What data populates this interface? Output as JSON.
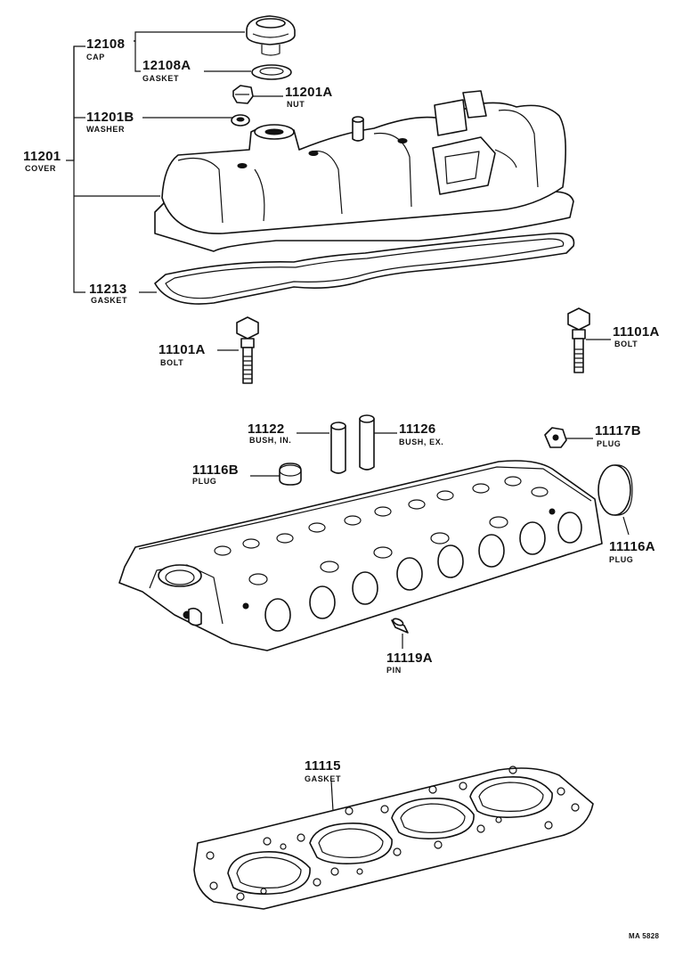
{
  "diagram": {
    "footer_code": "MA 5828",
    "parts": [
      {
        "id": "cap",
        "number": "12108",
        "name": "CAP"
      },
      {
        "id": "cap-gasket",
        "number": "12108A",
        "name": "GASKET"
      },
      {
        "id": "nut",
        "number": "11201A",
        "name": "NUT"
      },
      {
        "id": "washer",
        "number": "11201B",
        "name": "WASHER"
      },
      {
        "id": "cover",
        "number": "11201",
        "name": "COVER"
      },
      {
        "id": "cover-gasket",
        "number": "11213",
        "name": "GASKET"
      },
      {
        "id": "bolt-left",
        "number": "11101A",
        "name": "BOLT"
      },
      {
        "id": "bolt-right",
        "number": "11101A",
        "name": "BOLT"
      },
      {
        "id": "bush-in",
        "number": "11122",
        "name": "BUSH, IN."
      },
      {
        "id": "bush-ex",
        "number": "11126",
        "name": "BUSH, EX."
      },
      {
        "id": "plug-b",
        "number": "11117B",
        "name": "PLUG"
      },
      {
        "id": "plug-small",
        "number": "11116B",
        "name": "PLUG"
      },
      {
        "id": "plug-large",
        "number": "11116A",
        "name": "PLUG"
      },
      {
        "id": "pin",
        "number": "11119A",
        "name": "PIN"
      },
      {
        "id": "head-gasket",
        "number": "11115",
        "name": "GASKET"
      }
    ]
  }
}
